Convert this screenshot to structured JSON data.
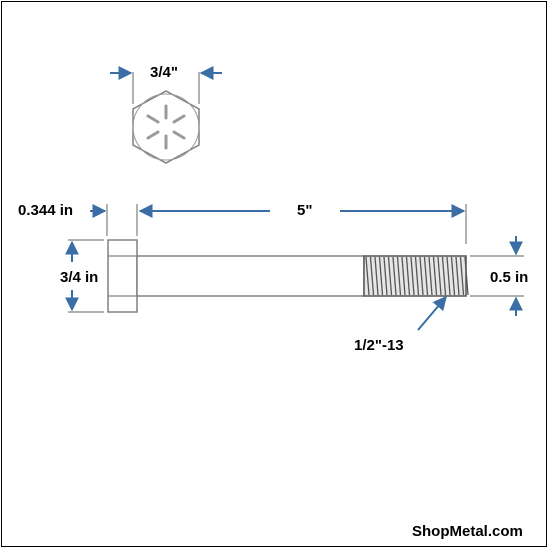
{
  "labels": {
    "hex_width": "3/4\"",
    "head_height": "0.344 in",
    "shank_length": "5\"",
    "head_across": "3/4 in",
    "thread_diameter": "0.5 in",
    "thread_spec": "1/2\"-13"
  },
  "brand": "ShopMetal.com",
  "colors": {
    "arrow": "#3a6ea5",
    "outline": "#808080",
    "thread_dark": "#555555",
    "thread_fill": "#e6e6e6"
  }
}
